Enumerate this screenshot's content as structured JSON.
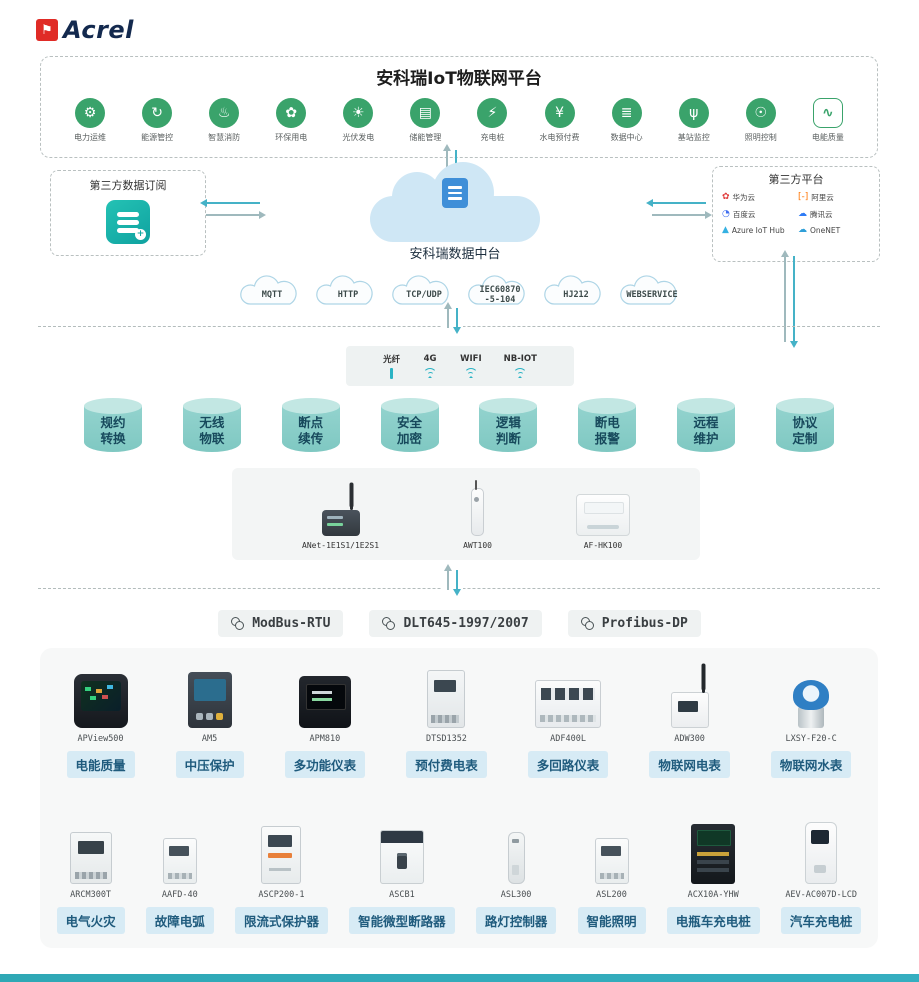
{
  "brand": {
    "name": "Acrel"
  },
  "theme": {
    "accent_teal": "#3fb0c5",
    "icon_green": "#3aa36b",
    "chip_bg": "#d7ebf5",
    "chip_text": "#1f5b7d",
    "footer_bar": "#2fa8b5"
  },
  "platform_box": {
    "title": "安科瑞IoT物联网平台",
    "apps": [
      {
        "label": "电力运维",
        "icon": "ops"
      },
      {
        "label": "能源管控",
        "icon": "energy"
      },
      {
        "label": "智慧消防",
        "icon": "fire"
      },
      {
        "label": "环保用电",
        "icon": "eco"
      },
      {
        "label": "光伏发电",
        "icon": "solar"
      },
      {
        "label": "储能管理",
        "icon": "storage"
      },
      {
        "label": "充电桩",
        "icon": "charge"
      },
      {
        "label": "水电预付费",
        "icon": "prepay"
      },
      {
        "label": "数据中心",
        "icon": "datacenter"
      },
      {
        "label": "基站监控",
        "icon": "station"
      },
      {
        "label": "照明控制",
        "icon": "light"
      },
      {
        "label": "电能质量",
        "icon": "quality"
      }
    ]
  },
  "data_hub": {
    "subscribe_box": {
      "title": "第三方数据订阅"
    },
    "cloud_label": "安科瑞数据中台",
    "third_party_box": {
      "title": "第三方平台",
      "platforms": [
        {
          "name": "华为云",
          "color": "#e03c3c",
          "icon": "huawei"
        },
        {
          "name": "阿里云",
          "color": "#ff7300",
          "icon": "ali"
        },
        {
          "name": "百度云",
          "color": "#3f6df0",
          "icon": "baidu"
        },
        {
          "name": "腾讯云",
          "color": "#2f7bf5",
          "icon": "tencent"
        },
        {
          "name": "Azure IoT Hub",
          "color": "#35b1e2",
          "icon": "azure"
        },
        {
          "name": "OneNET",
          "color": "#2f9fd8",
          "icon": "onenet"
        }
      ]
    },
    "protocol_clouds": [
      {
        "lines": [
          "MQTT"
        ]
      },
      {
        "lines": [
          "HTTP"
        ]
      },
      {
        "lines": [
          "TCP/UDP"
        ]
      },
      {
        "lines": [
          "IEC60870",
          "-5-104"
        ]
      },
      {
        "lines": [
          "HJ212"
        ]
      },
      {
        "lines": [
          "WEBSERVICE"
        ]
      }
    ]
  },
  "connectivity": [
    {
      "label": "光纤",
      "icon": "fiber"
    },
    {
      "label": "4G",
      "icon": "wifi"
    },
    {
      "label": "WIFI",
      "icon": "wifi"
    },
    {
      "label": "NB-IOT",
      "icon": "wifi"
    }
  ],
  "features": [
    {
      "line1": "规约",
      "line2": "转换"
    },
    {
      "line1": "无线",
      "line2": "物联"
    },
    {
      "line1": "断点",
      "line2": "续传"
    },
    {
      "line1": "安全",
      "line2": "加密"
    },
    {
      "line1": "逻辑",
      "line2": "判断"
    },
    {
      "line1": "断电",
      "line2": "报警"
    },
    {
      "line1": "远程",
      "line2": "维护"
    },
    {
      "line1": "协议",
      "line2": "定制"
    }
  ],
  "gateways": [
    {
      "model": "ANet-1E1S1/1E2S1",
      "device": "dtu"
    },
    {
      "model": "AWT100",
      "device": "stick-antenna"
    },
    {
      "model": "AF-HK100",
      "device": "white-box"
    }
  ],
  "bus_protocols": [
    {
      "label": "ModBus-RTU"
    },
    {
      "label": "DLT645-1997/2007"
    },
    {
      "label": "Profibus-DP"
    }
  ],
  "products": {
    "row1": [
      {
        "model": "APView500",
        "category": "电能质量",
        "device": "panel-black"
      },
      {
        "model": "AM5",
        "category": "中压保护",
        "device": "panel-protect"
      },
      {
        "model": "APM810",
        "category": "多功能仪表",
        "device": "panel-meter"
      },
      {
        "model": "DTSD1352",
        "category": "预付费电表",
        "device": "din-meter"
      },
      {
        "model": "ADF400L",
        "category": "多回路仪表",
        "device": "din-multi"
      },
      {
        "model": "ADW300",
        "category": "物联网电表",
        "device": "iot-meter"
      },
      {
        "model": "LXSY-F20-C",
        "category": "物联网水表",
        "device": "water-meter"
      }
    ],
    "row2": [
      {
        "model": "ARCM300T",
        "category": "电气火灾",
        "device": "din-screen"
      },
      {
        "model": "AAFD-40",
        "category": "故障电弧",
        "device": "din-small"
      },
      {
        "model": "ASCP200-1",
        "category": "限流式保护器",
        "device": "din-tall"
      },
      {
        "model": "ASCB1",
        "category": "智能微型断路器",
        "device": "breaker"
      },
      {
        "model": "ASL300",
        "category": "路灯控制器",
        "device": "stick"
      },
      {
        "model": "ASL200",
        "category": "智能照明",
        "device": "din-small"
      },
      {
        "model": "ACX10A-YHW",
        "category": "电瓶车充电桩",
        "device": "cabinet"
      },
      {
        "model": "AEV-AC007D-LCD",
        "category": "汽车充电桩",
        "device": "charger"
      }
    ]
  }
}
